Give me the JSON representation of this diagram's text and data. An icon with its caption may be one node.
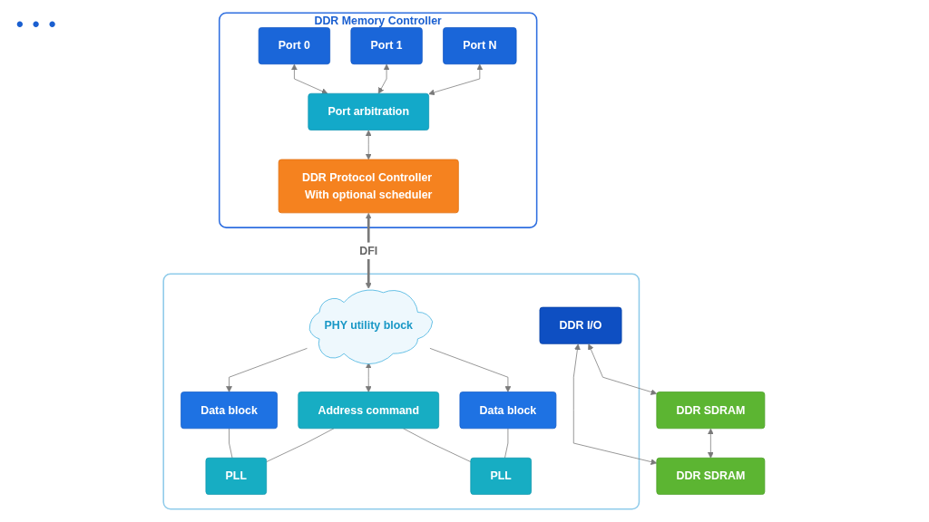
{
  "diagram": {
    "nodes": [
      {
        "text": [
          "DDR Memory Controller"
        ]
      },
      {
        "text": [
          "Port 0"
        ],
        "in": 0
      },
      {
        "text": [
          "Port 1"
        ],
        "in": 0
      },
      {
        "text": [
          "Port N"
        ],
        "in": 0
      },
      {
        "text": [
          "Port arbitration"
        ],
        "in": 0
      },
      {
        "text": [
          "DDR Protocol Controller With optional scheduler"
        ],
        "in": 0
      },
      {
        "text": [],
        "shape": "box"
      },
      {
        "text": [
          "PHY utility block"
        ],
        "in": 6
      },
      {
        "text": [
          "Data block"
        ],
        "in": 6
      },
      {
        "text": [
          "PLL"
        ],
        "in": 6
      },
      {
        "text": [
          "Address command"
        ],
        "in": 6
      },
      {
        "text": [
          "PLL"
        ],
        "in": 6
      },
      {
        "text": [
          "Data block"
        ],
        "in": 6
      },
      {
        "text": [
          "DDR I/O"
        ],
        "in": 6
      },
      {
        "text": [
          "DDR SDRAM"
        ]
      },
      {
        "text": [
          "DDR SDRAM"
        ]
      }
    ],
    "edges": [
      {
        "from": 1,
        "to": 4,
        "arrow": "both"
      },
      {
        "from": 2,
        "to": 4,
        "arrow": "both"
      },
      {
        "from": 3,
        "to": 4,
        "arrow": "both"
      },
      {
        "from": 4,
        "to": 5,
        "arrow": "both"
      },
      {
        "from": 5,
        "to": 7,
        "arrow": "both",
        "label": "DFI",
        "style": "thick"
      },
      {
        "from": 7,
        "to": 8,
        "arrow": "to"
      },
      {
        "from": 7,
        "to": 10,
        "arrow": "both"
      },
      {
        "from": 7,
        "to": 12,
        "arrow": "to"
      },
      {
        "from": 8,
        "to": 9,
        "arrow": "none"
      },
      {
        "from": 10,
        "to": 9,
        "arrow": "none"
      },
      {
        "from": 10,
        "to": 11,
        "arrow": "none"
      },
      {
        "from": 12,
        "to": 11,
        "arrow": "none"
      },
      {
        "from": 13,
        "to": 14,
        "arrow": "both"
      },
      {
        "from": 13,
        "to": 15,
        "arrow": "both"
      },
      {
        "from": 14,
        "to": 15,
        "arrow": "both"
      }
    ],
    "labels": [
      "• • •"
    ]
  }
}
